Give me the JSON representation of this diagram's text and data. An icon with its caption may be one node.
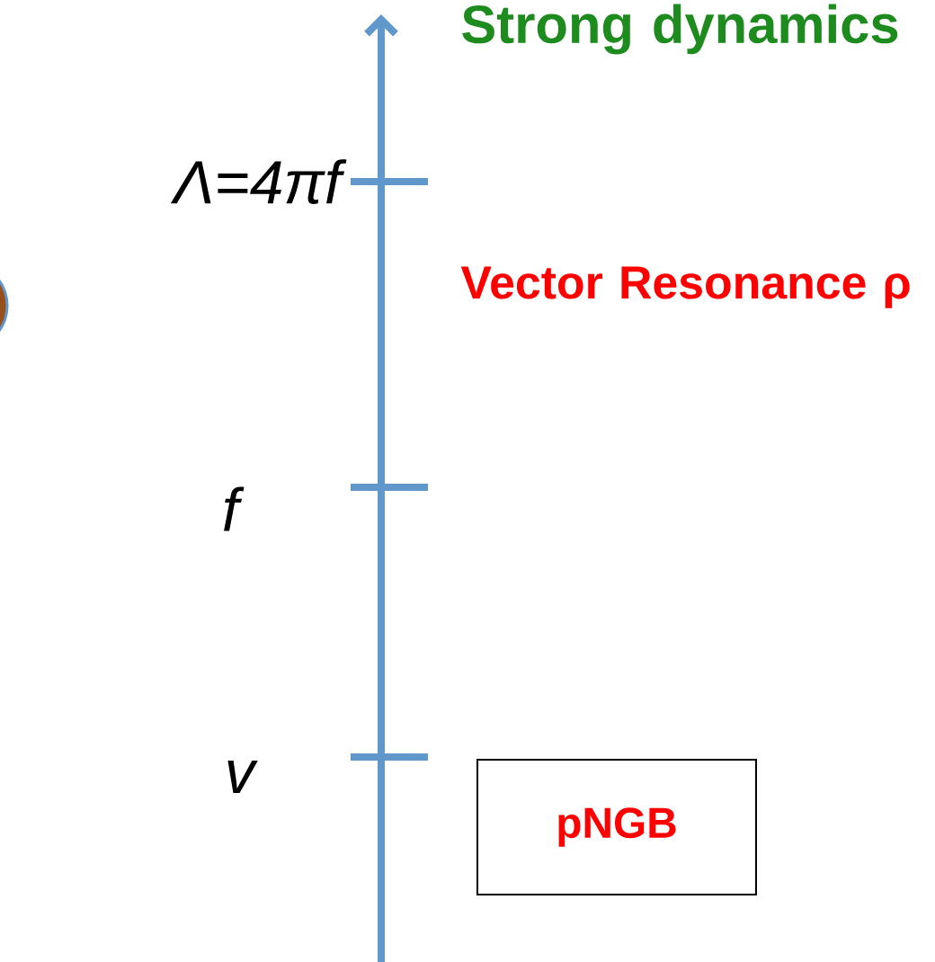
{
  "diagram": {
    "nodes": [
      {
        "text": [
          "pNGB"
        ]
      }
    ],
    "edges": [],
    "labels": [
      "Strong dynamics",
      "Λ=4πf",
      "Vector Resonance ρ",
      "f",
      "v"
    ]
  }
}
